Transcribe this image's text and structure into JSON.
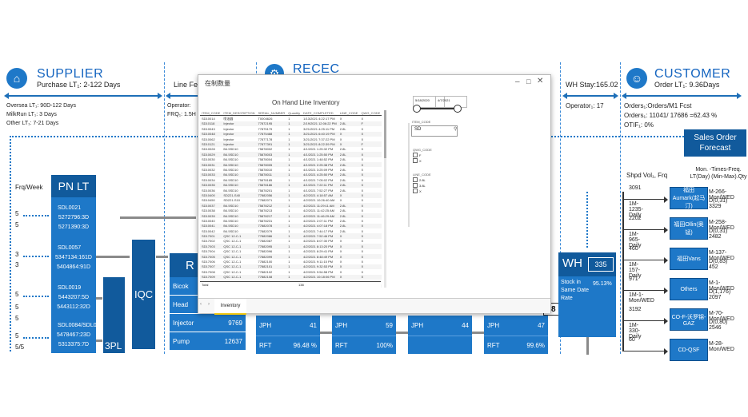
{
  "supplier": {
    "title": "SUPPLIER",
    "purchase_lt": "Purchase LT₁: 2-122 Days",
    "oversea_lt": "Oversea LT₁: 90D-122 Days",
    "milkrun_lt": "MilkRun LT₁: 3 Days",
    "other_lt": "Other LT₁: 7-21 Days"
  },
  "line_feed": {
    "label": "Line Fee",
    "operator": "Operator: ",
    "frq": "FRQ₁: 1.5H"
  },
  "recec": {
    "title": "RECEC"
  },
  "wh_stay": {
    "label": "WH Stay:165.02",
    "operator": "Operator₁:   17"
  },
  "customer": {
    "title": "CUSTOMER",
    "order_lt": "Order LT₁: 9.36Days",
    "orders": "Orders₁:Orders/M1 Fcst",
    "orders_ratio": "Orders₁: 11041/ 17686 =62.43 %",
    "otif": "OTIF₁:  0%"
  },
  "sales_order_forecast": "Sales Order Forecast",
  "frq_week": "Frq/Week",
  "pn_lt": {
    "title": "PN LT",
    "groups": [
      {
        "pn": "SDL0021",
        "lines": [
          "5272796:3D",
          "5271390:3D"
        ]
      },
      {
        "pn": "SDL0057",
        "lines": [
          "5347134:161D",
          "5404864:91D"
        ]
      },
      {
        "pn": "SDL0019",
        "lines": [
          "5443207:5D",
          "5443112:32D"
        ]
      },
      {
        "pn": "SDL0084/SDL0176",
        "lines": [
          "5478467:23D",
          "5313375:7D"
        ]
      }
    ],
    "frq_values": [
      [
        "5",
        "5"
      ],
      [
        "3",
        "3"
      ],
      [
        "5",
        "5",
        "5"
      ],
      [
        "5",
        "5/5"
      ]
    ]
  },
  "iqc": "IQC",
  "three_pl": "3PL",
  "rm_partial": "R",
  "rm_rows": [
    {
      "label": "Bicok",
      "value": ""
    },
    {
      "label": "Head",
      "value": ""
    },
    {
      "label": "Injector",
      "value": "9769"
    },
    {
      "label": "Pump",
      "value": "12637"
    }
  ],
  "process_kpis": [
    {
      "jph_label": "JPH",
      "jph": "41",
      "rft_label": "RFT",
      "rft": "96.48 %"
    },
    {
      "jph_label": "JPH",
      "jph": "59",
      "rft_label": "RFT",
      "rft": "100%"
    },
    {
      "jph_label": "JPH",
      "jph": "44",
      "rft_label": "",
      "rft": ""
    },
    {
      "jph_label": "JPH",
      "jph": "47",
      "rft_label": "RFT",
      "rft": "99.6%"
    }
  ],
  "partial_digits": "38",
  "wh": {
    "title": "WH",
    "count": "335",
    "stock_label": "Stock in Same Date Rate",
    "stock_value": "95.13%"
  },
  "customer_table": {
    "header_vol": "Shpd Vol₁, Frq",
    "header_times": "Mon. -Times-Freq. LT(Day) (Min-Max).Qty",
    "rows": [
      {
        "vol": "3091",
        "frq": "1M-1235-Daily",
        "name": "福田Aumark(起马汀)",
        "times": "M-266-Mon/WED",
        "range": "D(0,31) 3329"
      },
      {
        "vol": "2202",
        "frq": "1M-965-Daily",
        "name": "福田Ollin(奥锰)",
        "times": "M-258-Mon/WED",
        "range": "D(0,31) 2482"
      },
      {
        "vol": "460",
        "frq": "1M-157-Daily",
        "name": "福田Vans",
        "times": "M-137-Mon/WED",
        "range": "D(0,83) 452"
      },
      {
        "vol": "971",
        "frq": "1M-1-Mon/WED",
        "name": "Others",
        "times": "M-1-Mon/WED",
        "range": "D(1,176) 2097"
      },
      {
        "vol": "3192",
        "frq": "1M-330-Daily",
        "name": "CO-F-沃罗锦-GAZ",
        "times": "M-70-Mon/WED",
        "range": "D(0,80) 2546"
      },
      {
        "vol": "60",
        "frq": "",
        "name": "CD-QSF",
        "times": "M-28-Mon/WED",
        "range": ""
      }
    ]
  },
  "popup": {
    "window_title": "在制数量",
    "report_title": "On Hand Line Inventory",
    "tab_label": "Inventory",
    "total_label": "Total",
    "total_value": "138",
    "columns": [
      "ITEM_CODE",
      "ITEM_DESCRIPTION",
      "SERIAL_NUMBER",
      "Quantity",
      "DATE_COMPLETED",
      "LINE_CODE",
      "QWG_CODE"
    ],
    "date_from": "5/18/2020",
    "date_to": "4/7/2021",
    "slicer_item_label": "ITEM_CODE",
    "search_value": "SD",
    "qwg_label": "QWG_CODE",
    "qwg_options": [
      "F",
      "X"
    ],
    "line_label": "LINE_CODE",
    "line_options": [
      "2.8L",
      "3.8L",
      "X"
    ],
    "rows": [
      [
        "SD10014",
        "喷油器",
        "T0004626",
        "1",
        "1/13/2021 4:22:17 PM",
        "X",
        "X"
      ],
      [
        "SD10118",
        "Injector",
        "77872195",
        "1",
        "2/19/2021 12:06:22 PM",
        "2.8L",
        "F"
      ],
      [
        "SD10043",
        "Injector",
        "77875179",
        "1",
        "3/21/2021 4:25:11 PM",
        "2.8L",
        "X"
      ],
      [
        "SD10048",
        "Injector",
        "77875488",
        "1",
        "3/21/2021 6:40:19 PM",
        "X",
        "X"
      ],
      [
        "SD10062",
        "Injector",
        "77877178",
        "1",
        "3/21/2021 7:37:22 PM",
        "X",
        "X"
      ],
      [
        "SD10121",
        "Injector",
        "77877391",
        "1",
        "3/21/2021 8:22:39 PM",
        "X",
        "F"
      ],
      [
        "SD10028",
        "B4.5SD10",
        "75878002",
        "1",
        "4/1/2021 1:25:32 PM",
        "2.8L",
        "X"
      ],
      [
        "SD10029",
        "B4.5SD10",
        "75878003",
        "1",
        "4/1/2021 1:25:50 PM",
        "2.8L",
        "X"
      ],
      [
        "SD10030",
        "B4.5SD10",
        "75878004",
        "1",
        "4/1/2021 1:48:52 PM",
        "2.8L",
        "X"
      ],
      [
        "SD10031",
        "B4.5SD10",
        "75878005",
        "1",
        "4/1/2021 2:25:38 PM",
        "2.8L",
        "X"
      ],
      [
        "SD10032",
        "B4.5SD10",
        "75878010",
        "1",
        "4/1/2021 3:25:09 PM",
        "2.8L",
        "X"
      ],
      [
        "SD10033",
        "B4.5SD10",
        "75878011",
        "1",
        "4/1/2021 4:25:50 PM",
        "2.8L",
        "X"
      ],
      [
        "SD10034",
        "B4.5SD10",
        "75878185",
        "1",
        "4/1/2021 7:05:02 PM",
        "2.8L",
        "X"
      ],
      [
        "SD10035",
        "B4.5SD10",
        "75878186",
        "1",
        "4/1/2021 7:22:11 PM",
        "2.8L",
        "X"
      ],
      [
        "SD10036",
        "B4.5SD10",
        "75878201",
        "1",
        "4/1/2021 7:52:27 PM",
        "2.8L",
        "X"
      ],
      [
        "SD10400",
        "SD221-S40",
        "77882056",
        "1",
        "4/2/2021 4:18:57 AM",
        "X",
        "X"
      ],
      [
        "SD10450",
        "SD221-S10",
        "77882071",
        "1",
        "4/2/2021 10:26:40 AM",
        "X",
        "X"
      ],
      [
        "SD10037",
        "B4.5SD10",
        "75878212",
        "1",
        "4/2/2021 11:29:11 AM",
        "2.8L",
        "X"
      ],
      [
        "SD10038",
        "B4.5SD10",
        "75878213",
        "1",
        "4/2/2021 11:42:25 AM",
        "2.8L",
        "X"
      ],
      [
        "SD10039",
        "B4.5SD10",
        "75878217",
        "1",
        "4/2/2021 11:46:29 AM",
        "2.8L",
        "X"
      ],
      [
        "SD10040",
        "B4.5SD10",
        "75878231",
        "1",
        "4/2/2021 2:07:11 PM",
        "2.8L",
        "X"
      ],
      [
        "SD10041",
        "B4.5SD10",
        "77882078",
        "1",
        "4/2/2021 4:07:18 PM",
        "2.8L",
        "X"
      ],
      [
        "SD10042",
        "B4.5SD10",
        "77882079",
        "1",
        "4/2/2021 7:44:17 PM",
        "2.8L",
        "X"
      ],
      [
        "SD17001",
        "QSC 12-C-1",
        "77882086",
        "1",
        "4/2/2021 7:52:46 PM",
        "X",
        "X"
      ],
      [
        "SD17002",
        "QSC 12-C-1",
        "77882087",
        "1",
        "4/2/2021 8:07:30 PM",
        "X",
        "X"
      ],
      [
        "SD17003",
        "QSC 12-C-1",
        "77882095",
        "1",
        "4/2/2021 8:13:20 PM",
        "X",
        "X"
      ],
      [
        "SD17004",
        "QSC 12-C-1",
        "77882096",
        "1",
        "4/2/2021 8:29:41 PM",
        "X",
        "X"
      ],
      [
        "SD17005",
        "QSC 12-C-1",
        "77882099",
        "1",
        "4/2/2021 8:48:49 PM",
        "X",
        "X"
      ],
      [
        "SD17006",
        "QSC 12-C-1",
        "77882100",
        "1",
        "4/2/2021 9:11:15 PM",
        "X",
        "X"
      ],
      [
        "SD17007",
        "QSC 12-C-1",
        "77882101",
        "1",
        "4/2/2021 9:32:53 PM",
        "X",
        "X"
      ],
      [
        "SD17008",
        "QSC 12-C-1",
        "77882102",
        "1",
        "4/2/2021 9:54:58 PM",
        "X",
        "X"
      ],
      [
        "SD17009",
        "QSC 12-C-1",
        "77882108",
        "1",
        "4/2/2021 10:18:06 PM",
        "X",
        "X"
      ],
      [
        "SD17010",
        "QSC 12-C-2",
        "77882111",
        "1",
        "4/2/2021 10:34:35 PM",
        "X",
        "X"
      ],
      [
        "SD17011",
        "QSC 12-C-2",
        "77882113",
        "1",
        "4/2/2021 10:55:41 PM",
        "X",
        "X"
      ]
    ]
  },
  "colors": {
    "primary": "#1e78c8",
    "dark": "#115a9c",
    "accent_text": "#1565c0"
  }
}
